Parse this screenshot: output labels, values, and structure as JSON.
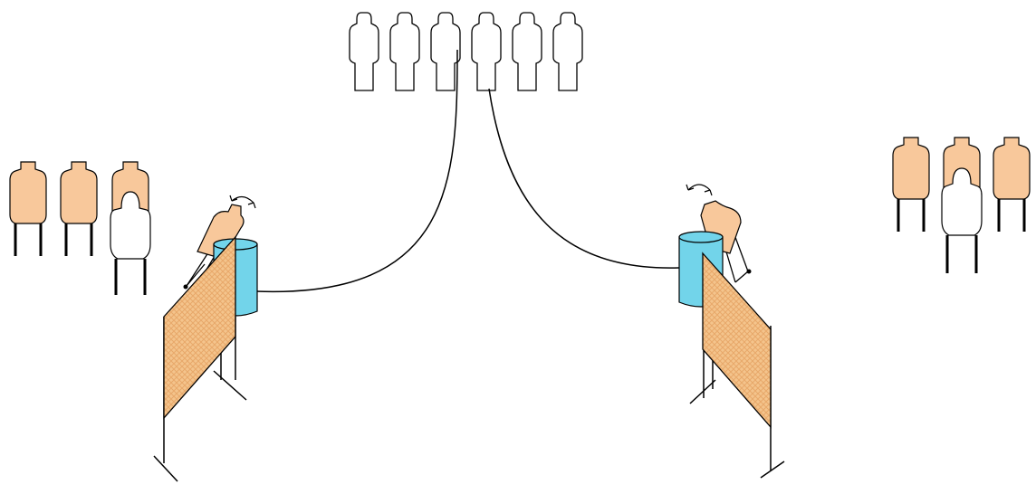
{
  "scene": {
    "background": "#ffffff",
    "colors": {
      "target_fill": "#f8c89b",
      "no_shoot_fill": "#ffffff",
      "barrel_fill": "#72d4ea",
      "wall_fill": "#f4c48c",
      "wall_hatch": "#e8a86a",
      "line": "#000000"
    },
    "groups": [
      {
        "id": "top-no-shoot-row",
        "kind": "no-shoot-silhouettes",
        "count": 6
      },
      {
        "id": "left-target-array",
        "kind": "paper-targets",
        "count": 3,
        "partially_covered_by_no_shoot": 1
      },
      {
        "id": "right-target-array",
        "kind": "paper-targets",
        "count": 3,
        "partially_covered_by_no_shoot": 1
      },
      {
        "id": "left-swinger",
        "kind": "swinging-target-behind-barrel",
        "icon": "rotate-arrows-icon"
      },
      {
        "id": "right-swinger",
        "kind": "swinging-target-behind-barrel",
        "icon": "rotate-arrows-icon"
      },
      {
        "id": "left-wall",
        "kind": "mesh-wall"
      },
      {
        "id": "right-wall",
        "kind": "mesh-wall"
      }
    ]
  }
}
